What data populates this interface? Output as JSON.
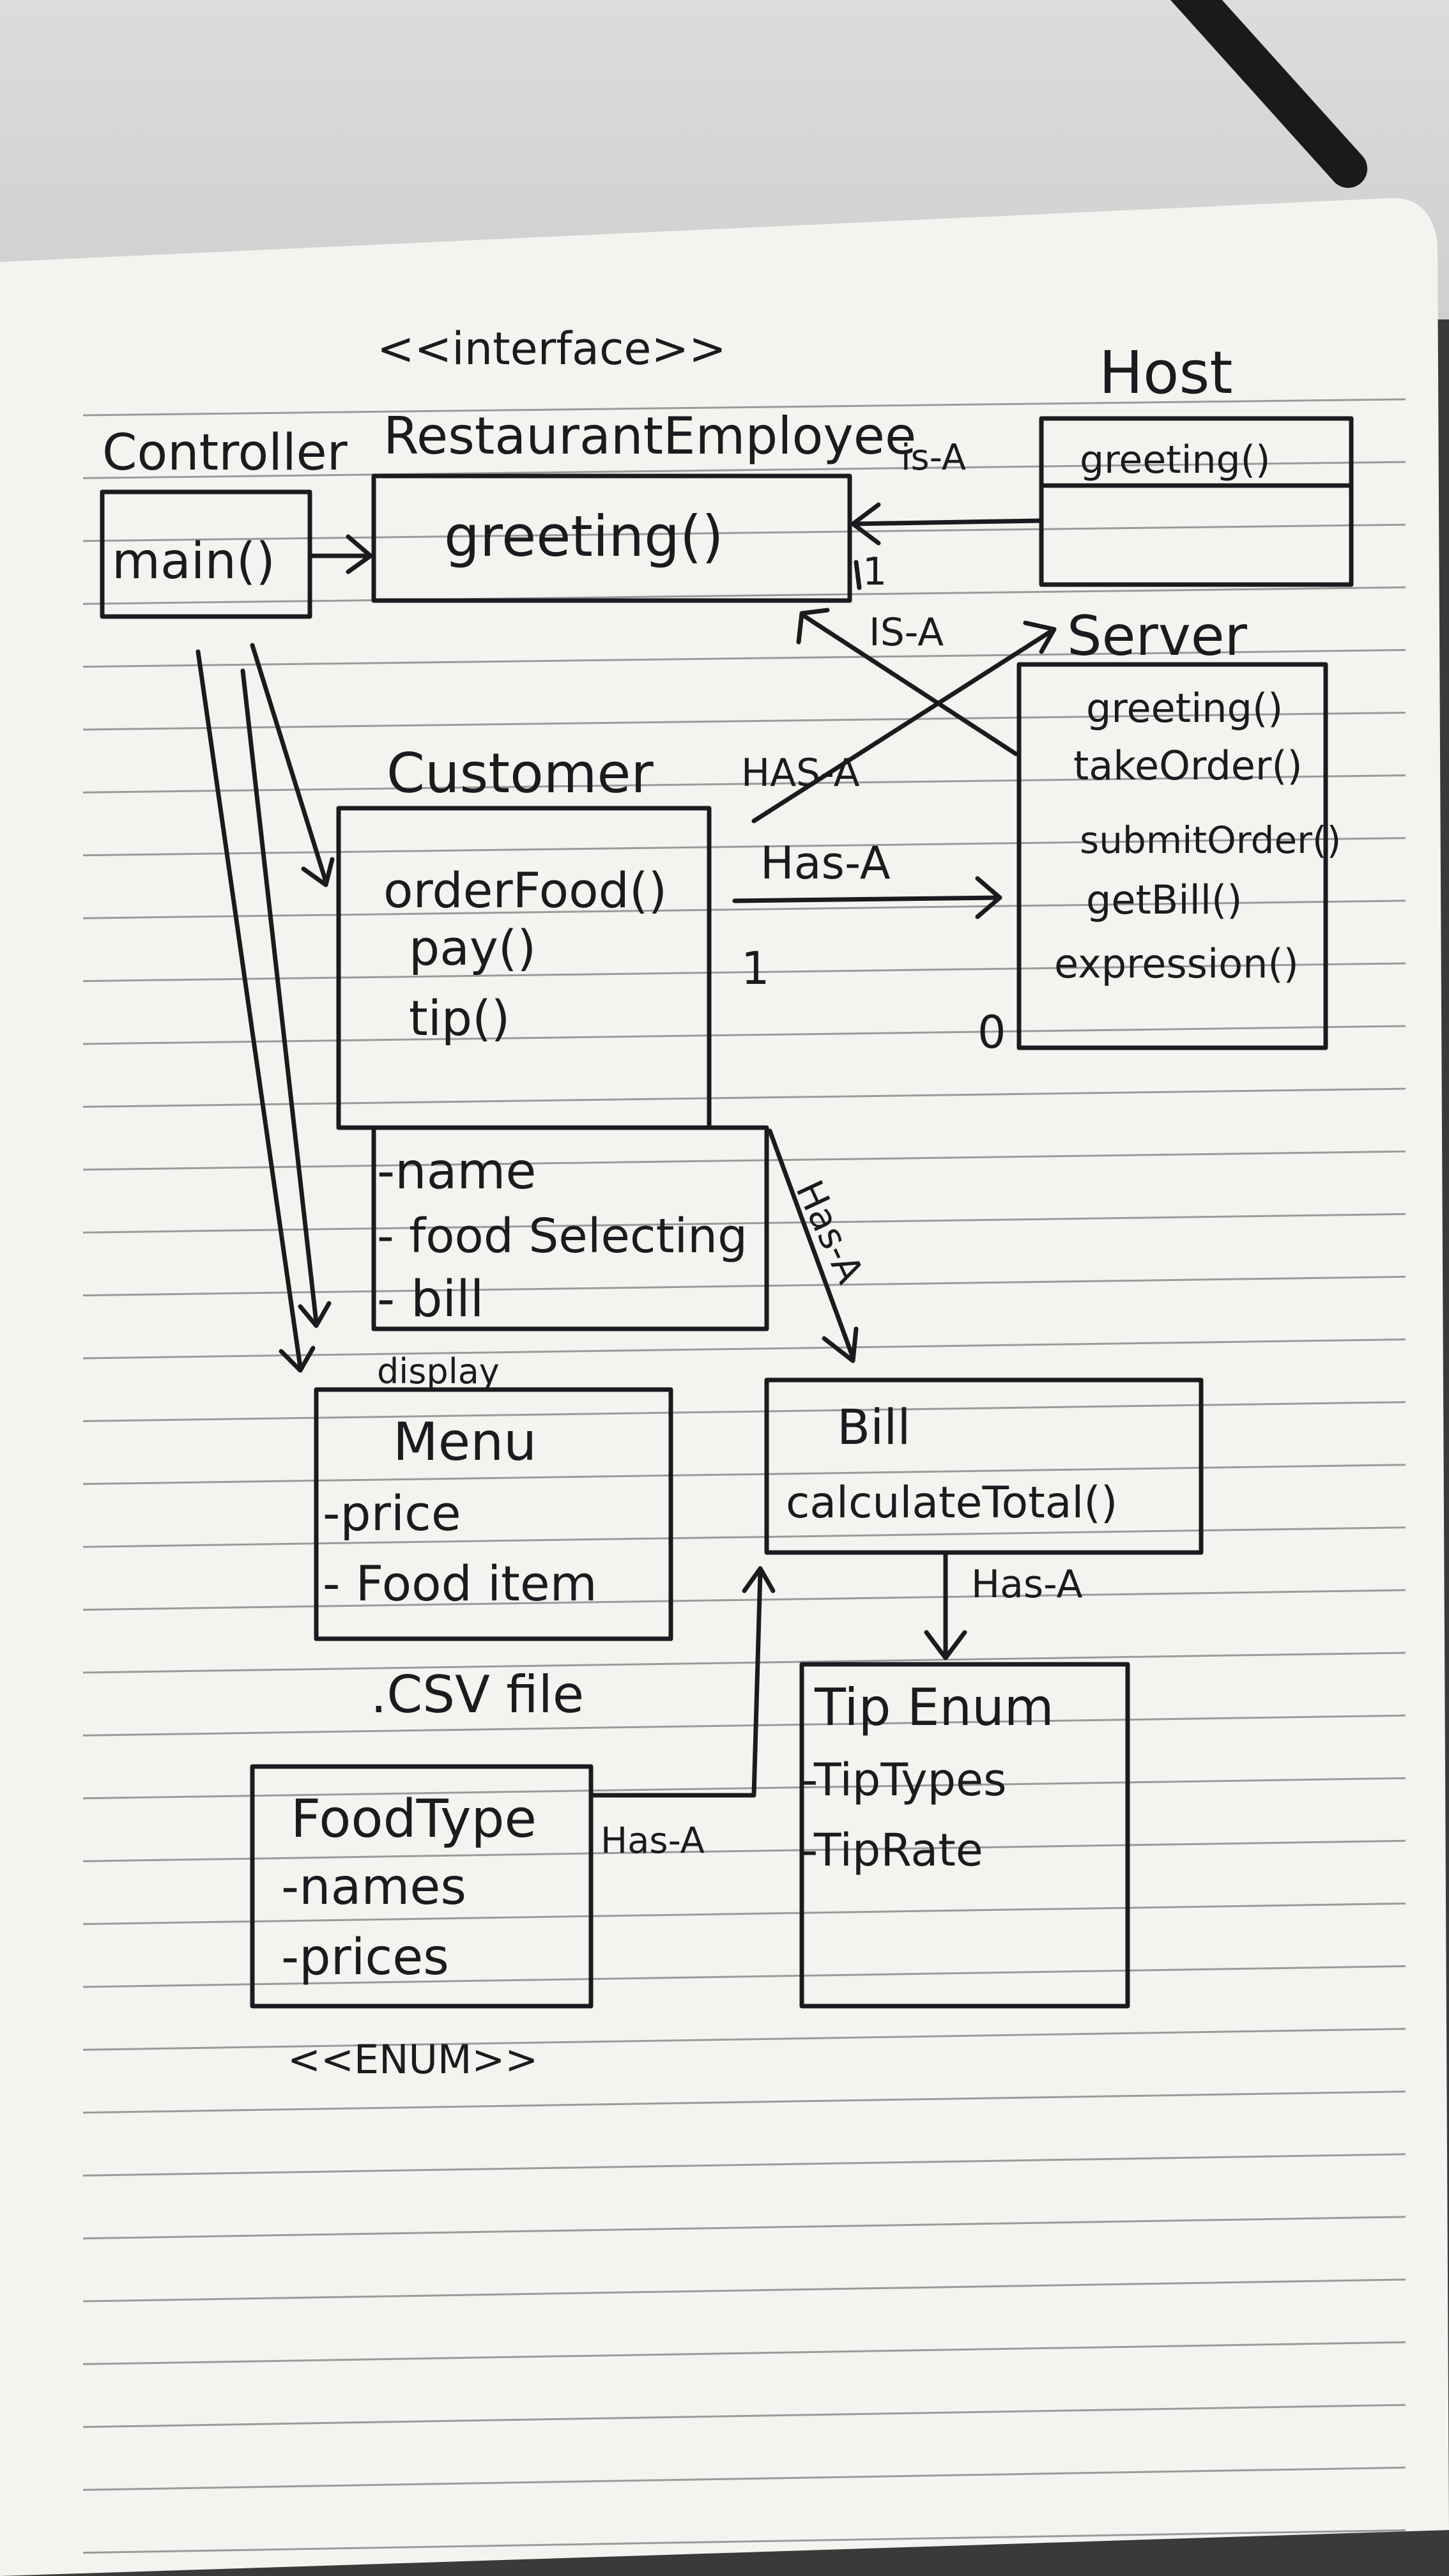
{
  "stereotypes": {
    "interface": "<<interface>>",
    "enum": "<<ENUM>>"
  },
  "classes": {
    "controller": {
      "name": "Controller",
      "methods": [
        "main()"
      ]
    },
    "restaurant_employee": {
      "name": "RestaurantEmployee",
      "methods": [
        "greeting()"
      ]
    },
    "host": {
      "name": "Host",
      "methods": [
        "greeting()"
      ]
    },
    "server": {
      "name": "Server",
      "methods": [
        "greeting()",
        "takeOrder()",
        "submitOrder()",
        "getBill()",
        "expression()"
      ]
    },
    "customer": {
      "name": "Customer",
      "methods": [
        "orderFood()",
        "pay()",
        "tip()"
      ],
      "attributes": [
        "-name",
        "- food Selecting",
        "- bill"
      ]
    },
    "menu": {
      "name": "Menu",
      "attributes": [
        "-price",
        "- Food item"
      ]
    },
    "bill": {
      "name": "Bill",
      "methods": [
        "calculateTotal()"
      ]
    },
    "tip_enum": {
      "name": "Tip Enum",
      "attributes": [
        "-TipTypes",
        "-TipRate"
      ]
    },
    "food_type": {
      "name": "FoodType",
      "attributes": [
        "-names",
        "-prices"
      ]
    }
  },
  "relations": {
    "host_is_a": "is-A",
    "server_is_a": "IS-A",
    "has_a_upper": "HAS-A",
    "customer_server": "Has-A",
    "customer_bill": "Has-A",
    "bill_tip": "Has-A",
    "foodtype_bill": "Has-A",
    "display": "display",
    "csv_file": ".CSV file",
    "mult_one_employee": "1",
    "mult_one_customer": "1",
    "mult_zero_server": "0"
  },
  "colors": {
    "ink": "#1b1b1f",
    "paper": "#f4f3ef",
    "rule_line": "#9a9a9e"
  }
}
